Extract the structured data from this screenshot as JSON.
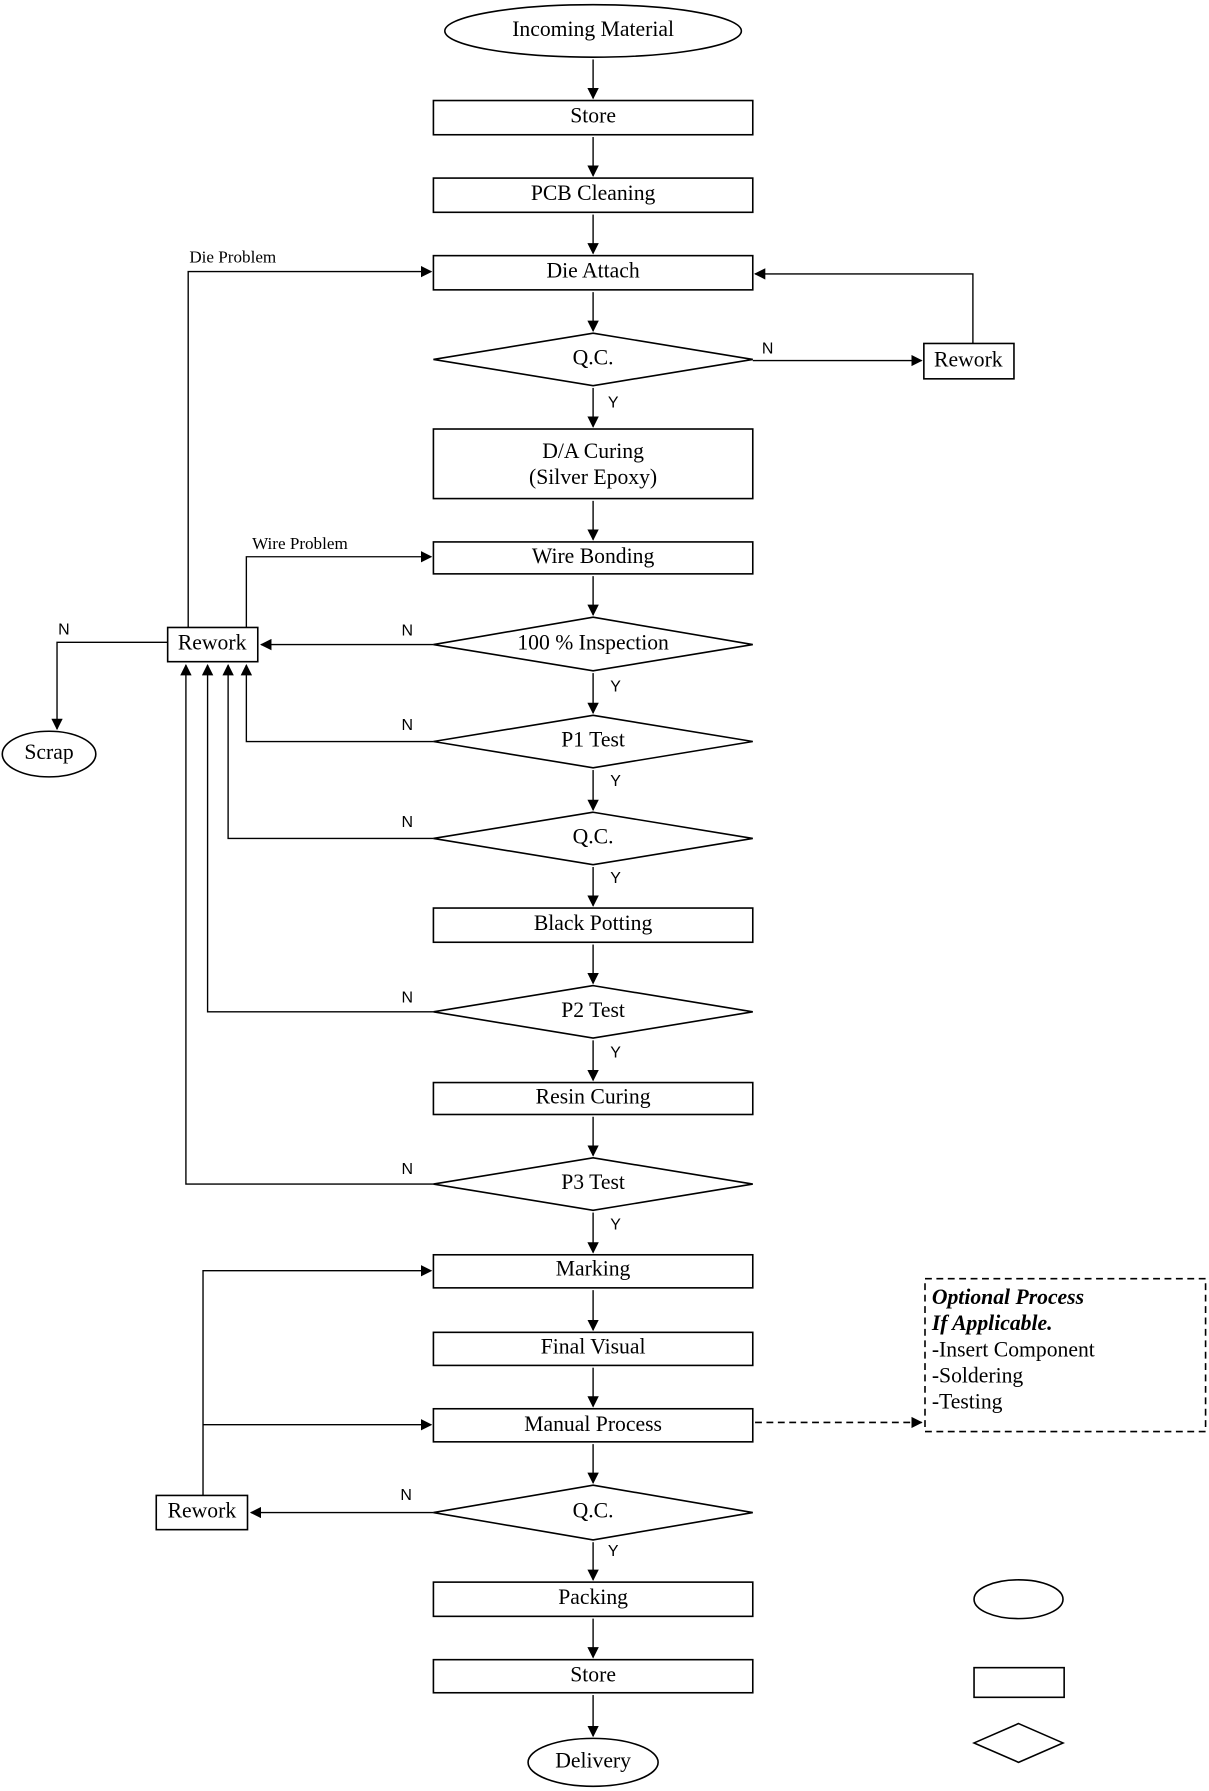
{
  "nodes": {
    "incoming": "Incoming Material",
    "store1": "Store",
    "pcb_cleaning": "PCB Cleaning",
    "die_attach": "Die Attach",
    "qc1": "Q.C.",
    "rework_right": "Rework",
    "da_curing_1": "D/A Curing",
    "da_curing_2": "(Silver Epoxy)",
    "wire_bonding": "Wire Bonding",
    "inspection": "100 % Inspection",
    "rework_left": "Rework",
    "scrap": "Scrap",
    "p1_test": "P1 Test",
    "qc2": "Q.C.",
    "black_potting": "Black Potting",
    "p2_test": "P2 Test",
    "resin_curing": "Resin Curing",
    "p3_test": "P3 Test",
    "marking": "Marking",
    "final_visual": "Final Visual",
    "manual_process": "Manual Process",
    "qc3": "Q.C.",
    "rework_bottom": "Rework",
    "packing": "Packing",
    "store2": "Store",
    "delivery": "Delivery"
  },
  "edge_labels": {
    "die_problem": "Die Problem",
    "wire_problem": "Wire Problem",
    "yes": "Y",
    "no": "N"
  },
  "optional_box": {
    "title1": "Optional Process",
    "title2": "If Applicable.",
    "items": [
      "-Insert Component",
      "-Soldering",
      "-Testing"
    ]
  },
  "legend_shapes": [
    "terminator-ellipse",
    "process-rectangle",
    "decision-diamond"
  ]
}
